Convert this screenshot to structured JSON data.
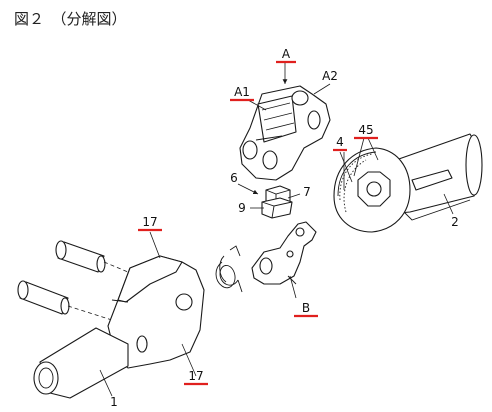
{
  "figure": {
    "title": "図２　（分解図）"
  },
  "labels": {
    "A": "A",
    "A1": "A1",
    "A2": "A2",
    "l4": "4",
    "l45": "45",
    "l6": "6",
    "l7": "7",
    "l9": "9",
    "l2": "2",
    "l17_top": "17",
    "B": "B",
    "l17_bottom": "17",
    "l1": "1"
  },
  "colors": {
    "underline": "#e0201e",
    "ink": "#1a1a1a"
  }
}
